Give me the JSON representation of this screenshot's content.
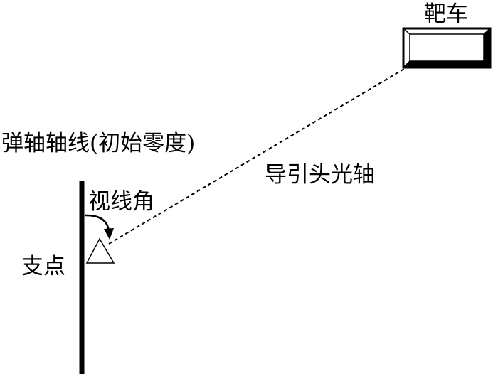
{
  "labels": {
    "target": "靶车",
    "missile_axis": "弹轴轴线(初始零度)",
    "line_of_sight_angle": "视线角",
    "seeker_optical_axis": "导引头光轴",
    "pivot": "支点"
  },
  "colors": {
    "stroke": "#000000",
    "background": "#ffffff"
  }
}
